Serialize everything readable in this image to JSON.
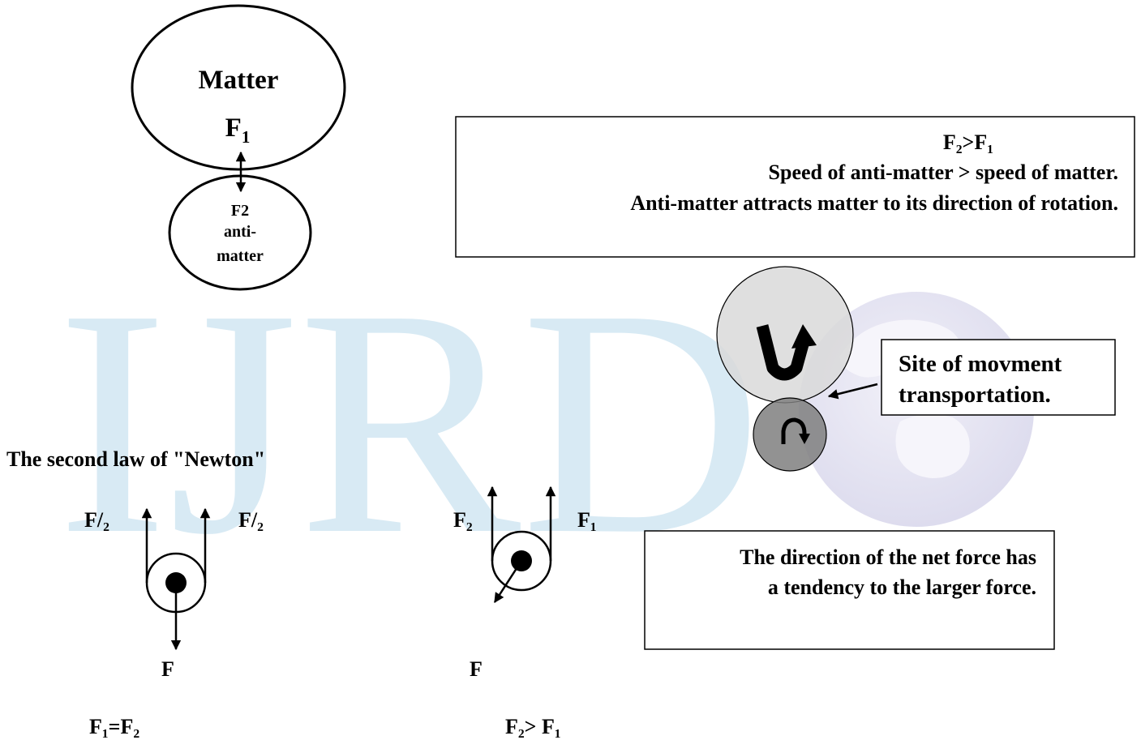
{
  "watermark": {
    "text": "IJRD"
  },
  "top_diagram": {
    "matter_label": "Matter",
    "matter_force": "F",
    "matter_force_sub": "1",
    "antimatter_lines": [
      "F2",
      "anti-",
      "matter"
    ]
  },
  "info_box": {
    "lines": [
      "F₂>F₁",
      "Speed of anti-matter > speed of matter.",
      "Anti-matter attracts matter to its direction of rotation."
    ]
  },
  "site_box": {
    "lines": [
      "Site of movment",
      "transportation."
    ]
  },
  "newton_title": "The second law of \"Newton\"",
  "pulley_equal": {
    "left_force": "F/₂",
    "right_force": "F/₂",
    "bottom_force": "F",
    "caption": "F₁=F₂"
  },
  "pulley_unequal": {
    "left_force": "F₂",
    "right_force": "F₁",
    "bottom_force": "F",
    "caption": "F₂> F₁"
  },
  "net_force_box": {
    "lines": [
      "The direction of the net force has",
      "a tendency to the larger force."
    ]
  },
  "colors": {
    "watermark": "#d8eaf4",
    "globe": "#e4e3f2",
    "upper_circle_fill": "#d9d9d9",
    "lower_circle_fill": "#7f7f7f"
  }
}
